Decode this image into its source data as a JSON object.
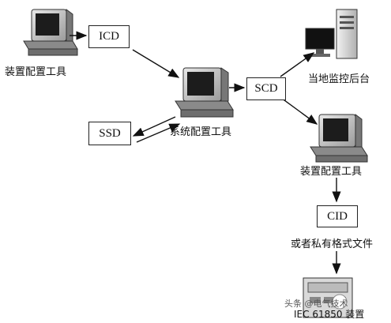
{
  "nodes": {
    "device_tool_top": "装置配置工具",
    "system_tool": "系统配置工具",
    "local_console": "当地监控后台",
    "device_tool_right": "装置配置工具",
    "private_format": "或者私有格式文件",
    "device_bottom": "IEC 61850 装置"
  },
  "files": {
    "icd": "ICD",
    "ssd": "SSD",
    "scd": "SCD",
    "cid": "CID"
  },
  "watermark": "头条 @电气技术"
}
